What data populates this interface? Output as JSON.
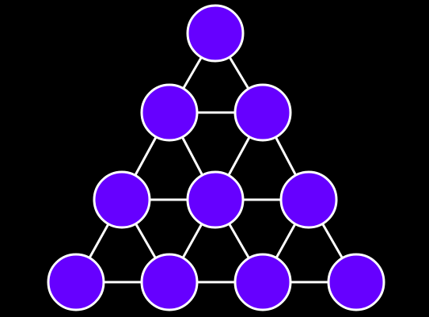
{
  "diagram": {
    "type": "triangular-peg-grid",
    "rows": [
      1,
      2,
      3,
      4
    ],
    "colors": {
      "background": "#000000",
      "peg_fill": "#6600ff",
      "peg_stroke": "#ffffff",
      "edge": "#ffffff"
    }
  }
}
